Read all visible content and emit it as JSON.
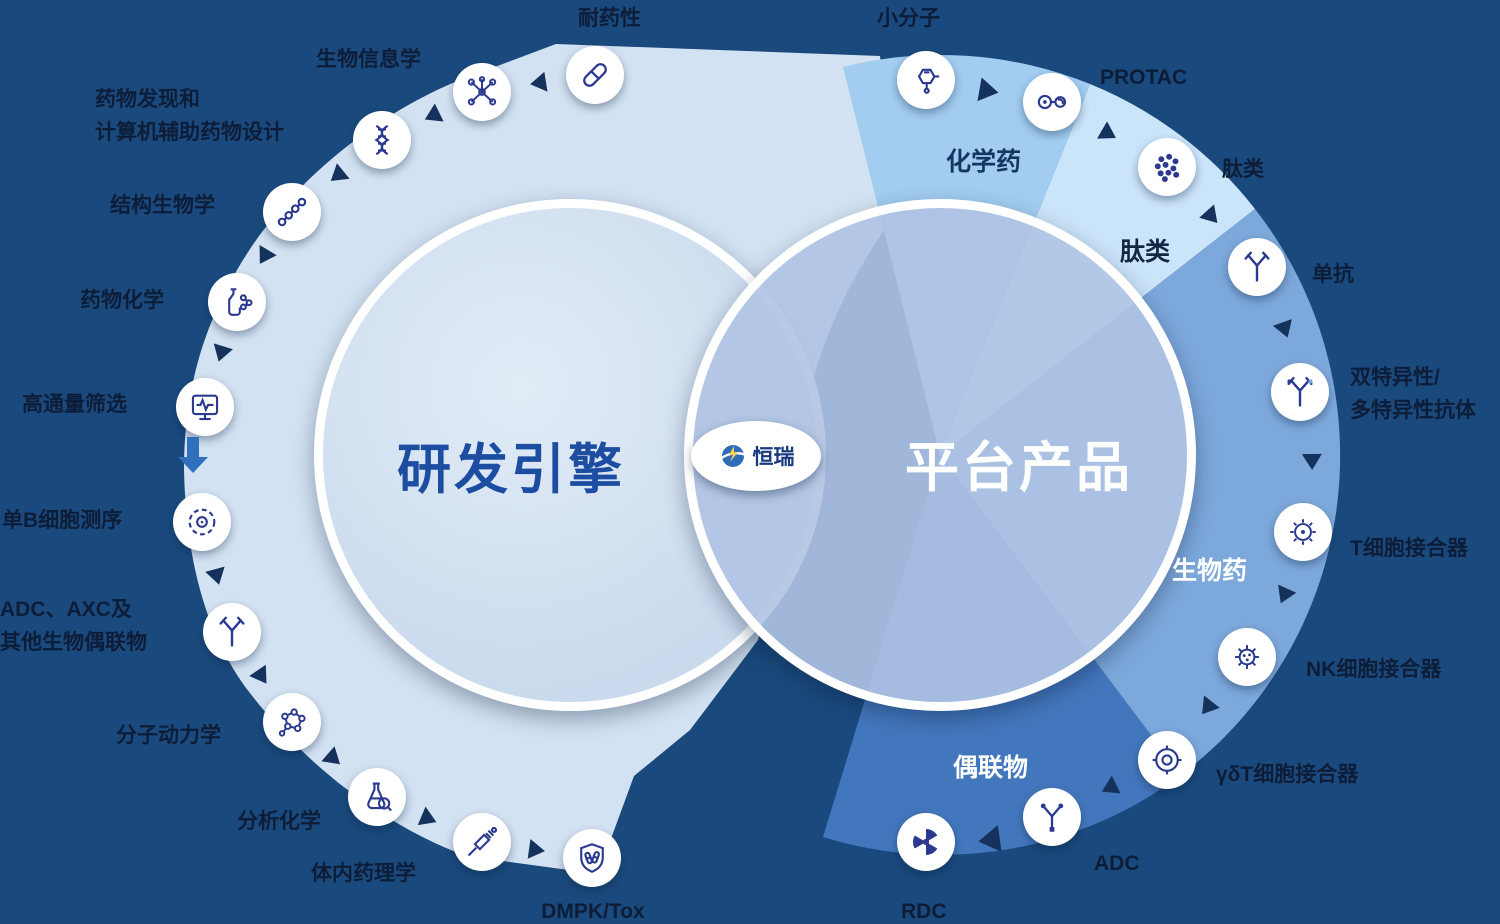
{
  "title_left": "研发引擎",
  "title_right": "平台产品",
  "logo_text": "恒瑞",
  "regions": {
    "chemical": "化学药",
    "peptide": "肽类",
    "bio": "生物药",
    "conjugate": "偶联物"
  },
  "left_nodes": [
    {
      "label": "耐药性",
      "icon": "pill-icon"
    },
    {
      "label": "生物信息学",
      "icon": "network-icon"
    },
    {
      "label": "药物发现和\n计算机辅助药物设计",
      "icon": "dna-icon"
    },
    {
      "label": "结构生物学",
      "icon": "bead-chain-icon"
    },
    {
      "label": "药物化学",
      "icon": "bottle-molecule-icon"
    },
    {
      "label": "高通量筛选",
      "icon": "screening-monitor-icon"
    },
    {
      "label": "单B细胞测序",
      "icon": "cell-icon"
    },
    {
      "label": "ADC、AXC及\n其他生物偶联物",
      "icon": "antibody-icon"
    },
    {
      "label": "分子动力学",
      "icon": "molecule-icon"
    },
    {
      "label": "分析化学",
      "icon": "flask-magnifier-icon"
    },
    {
      "label": "体内药理学",
      "icon": "syringe-icon"
    },
    {
      "label": "DMPK/Tox",
      "icon": "shield-pills-icon"
    }
  ],
  "right_nodes": [
    {
      "label": "小分子",
      "icon": "small-molecule-icon"
    },
    {
      "label": "PROTAC",
      "icon": "protac-link-icon"
    },
    {
      "label": "肽类",
      "icon": "peptide-cluster-icon"
    },
    {
      "label": "单抗",
      "icon": "antibody-icon"
    },
    {
      "label": "双特异性/\n多特异性抗体",
      "icon": "bispecific-antibody-icon"
    },
    {
      "label": "T细胞接合器",
      "icon": "t-cell-icon"
    },
    {
      "label": "NK细胞接合器",
      "icon": "nk-cell-icon"
    },
    {
      "label": "γδT细胞接合器",
      "icon": "ring-cell-icon"
    },
    {
      "label": "ADC",
      "icon": "adc-icon"
    },
    {
      "label": "RDC",
      "icon": "radiation-icon"
    }
  ],
  "palette": {
    "background": "#1a4a7d",
    "left_band": "#d3e2f2",
    "wedge_chemical": "#a2cdf0",
    "wedge_peptide": "#cae4f9",
    "wedge_bio": "#7da8db",
    "wedge_conjugate": "#4377bd",
    "circle_left_fill": "#cfdeef",
    "circle_right_fill": "#aec2e0",
    "title_left_color": "#1c4da1",
    "title_right_color": "#ffffff",
    "icon_color": "#2b3a90",
    "arrow_color": "#15325c",
    "accent_arrow": "#2f6fbe"
  }
}
